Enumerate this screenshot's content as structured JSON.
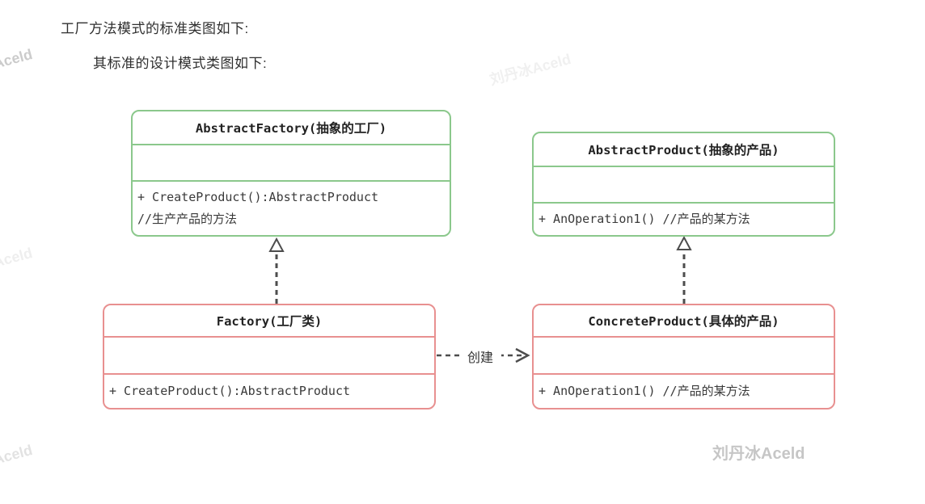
{
  "headings": {
    "line1": "工厂方法模式的标准类图如下:",
    "line2": "其标准的设计模式类图如下:"
  },
  "diagram": {
    "classes": [
      {
        "name": "AbstractFactory",
        "title": "AbstractFactory(抽象的工厂)",
        "role": "abstract",
        "border_color": "#8bc88c",
        "attributes": [],
        "methods": [
          "+ CreateProduct():AbstractProduct",
          "//生产产品的方法"
        ]
      },
      {
        "name": "AbstractProduct",
        "title": "AbstractProduct(抽象的产品)",
        "role": "abstract",
        "border_color": "#8bc88c",
        "attributes": [],
        "methods": [
          "+ AnOperation1() //产品的某方法"
        ]
      },
      {
        "name": "Factory",
        "title": "Factory(工厂类)",
        "role": "concrete",
        "border_color": "#e89090",
        "attributes": [],
        "methods": [
          "+ CreateProduct():AbstractProduct"
        ]
      },
      {
        "name": "ConcreteProduct",
        "title": "ConcreteProduct(具体的产品)",
        "role": "concrete",
        "border_color": "#e89090",
        "attributes": [],
        "methods": [
          "+ AnOperation1() //产品的某方法"
        ]
      }
    ],
    "relations": [
      {
        "from": "Factory",
        "to": "AbstractFactory",
        "type": "realization",
        "style": "dashed-hollow-triangle",
        "label": ""
      },
      {
        "from": "ConcreteProduct",
        "to": "AbstractProduct",
        "type": "realization",
        "style": "dashed-hollow-triangle",
        "label": ""
      },
      {
        "from": "Factory",
        "to": "ConcreteProduct",
        "type": "dependency",
        "style": "dashed-open-arrow",
        "label": "创建"
      }
    ],
    "arrow_color": "#4d4d4d"
  },
  "watermark": {
    "text": "刘丹冰Aceld"
  }
}
